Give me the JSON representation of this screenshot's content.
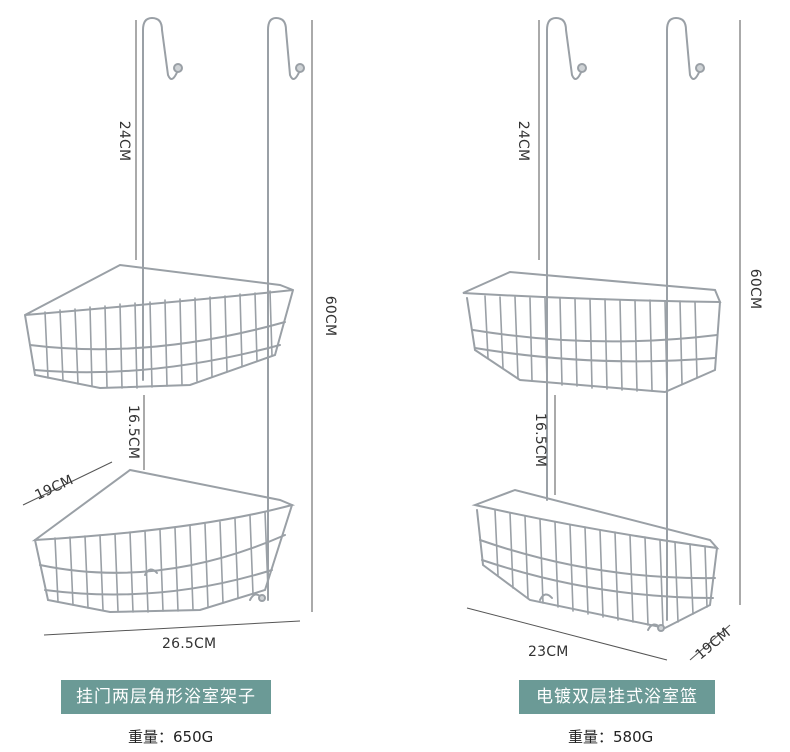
{
  "products": [
    {
      "title": "挂门两层角形浴室架子",
      "weight_label": "重量：",
      "weight_value": "650G",
      "dims": {
        "hook_height": "24CM",
        "total_height": "60CM",
        "gap": "16.5CM",
        "depth": "19CM",
        "width": "26.5CM"
      }
    },
    {
      "title": "电镀双层挂式浴室篮",
      "weight_label": "重量：",
      "weight_value": "580G",
      "dims": {
        "hook_height": "24CM",
        "total_height": "60CM",
        "gap": "16.5CM",
        "depth": "19CM",
        "width": "23CM"
      }
    }
  ],
  "colors": {
    "banner": "#6b9a96",
    "wire": "#9aa0a6",
    "dimension_line": "#555555"
  }
}
